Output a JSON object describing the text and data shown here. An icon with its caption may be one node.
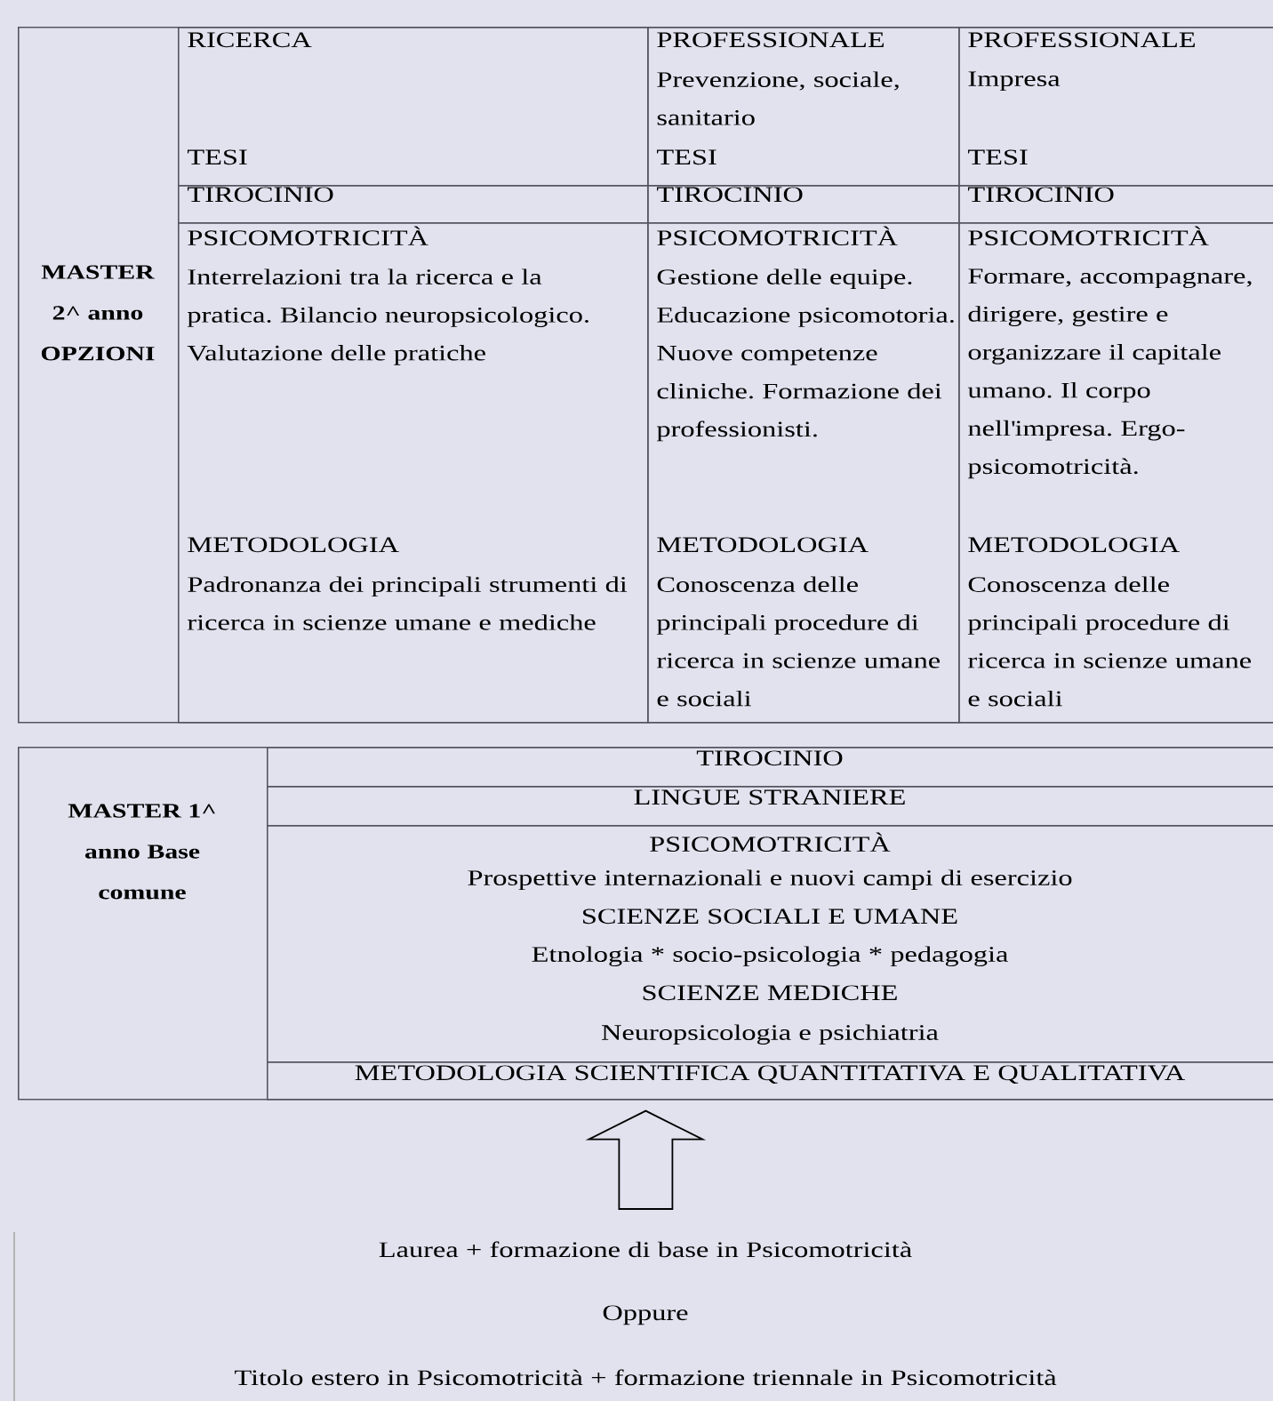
{
  "diagram": {
    "nodes": [
      {
        "text": [
          "MASTER 2^ anno OPZIONI"
        ]
      },
      {
        "text": [
          "RICERCA",
          "TESI"
        ],
        "in": 0
      },
      {
        "text": [
          "PROFESSIONALE",
          "Prevenzione, sociale, sanitario",
          "TESI"
        ],
        "in": 0
      },
      {
        "text": [
          "PROFESSIONALE",
          "Impresa",
          "TESI"
        ],
        "in": 0
      },
      {
        "text": [
          "TIROCINIO"
        ],
        "in": 0
      },
      {
        "text": [
          "TIROCINIO"
        ],
        "in": 0
      },
      {
        "text": [
          "TIROCINIO"
        ],
        "in": 0
      },
      {
        "text": [
          "PSICOMOTRICITÀ",
          "Interrelazioni tra la ricerca e la pratica. Bilancio neuropsicologico. Valutazione delle pratiche",
          "METODOLOGIA",
          "Padronanza dei principali strumenti di ricerca in scienze umane e mediche"
        ],
        "in": 0
      },
      {
        "text": [
          "PSICOMOTRICITÀ",
          "Gestione delle equipe. Educazione psicomotoria. Nuove competenze cliniche. Formazione dei professionisti.",
          "METODOLOGIA",
          "Conoscenza delle principali procedure di ricerca in scienze umane e sociali"
        ],
        "in": 0
      },
      {
        "text": [
          "PSICOMOTRICITÀ",
          "Formare, accompagnare, dirigere, gestire e organizzare il capitale umano. Il corpo nell'impresa. Ergo-psicomotricità.",
          "METODOLOGIA",
          "Conoscenza delle principali procedure di ricerca in scienze umane e sociali"
        ],
        "in": 0
      },
      {
        "text": [
          "MASTER 1^ anno Base comune"
        ]
      },
      {
        "text": [
          "TIROCINIO"
        ],
        "in": 10
      },
      {
        "text": [
          "LINGUE STRANIERE"
        ],
        "in": 10
      },
      {
        "text": [
          "PSICOMOTRICITÀ",
          "Prospettive internazionali e nuovi campi di esercizio",
          "SCIENZE SOCIALI E UMANE",
          "Etnologia * socio-psicologia * pedagogia",
          "SCIENZE MEDICHE",
          "Neuropsicologia e psichiatria"
        ],
        "in": 10
      },
      {
        "text": [
          "METODOLOGIA SCIENTIFICA QUANTITATIVA E QUALITATIVA"
        ],
        "in": 10
      },
      {
        "text": [
          "Laurea + formazione di base in Psicomotricità",
          "Oppure",
          "Titolo estero in Psicomotricità + formazione triennale in Psicomotricità"
        ]
      }
    ],
    "edges": [
      {
        "from": 15,
        "to": 10,
        "arrow": "to"
      }
    ]
  }
}
